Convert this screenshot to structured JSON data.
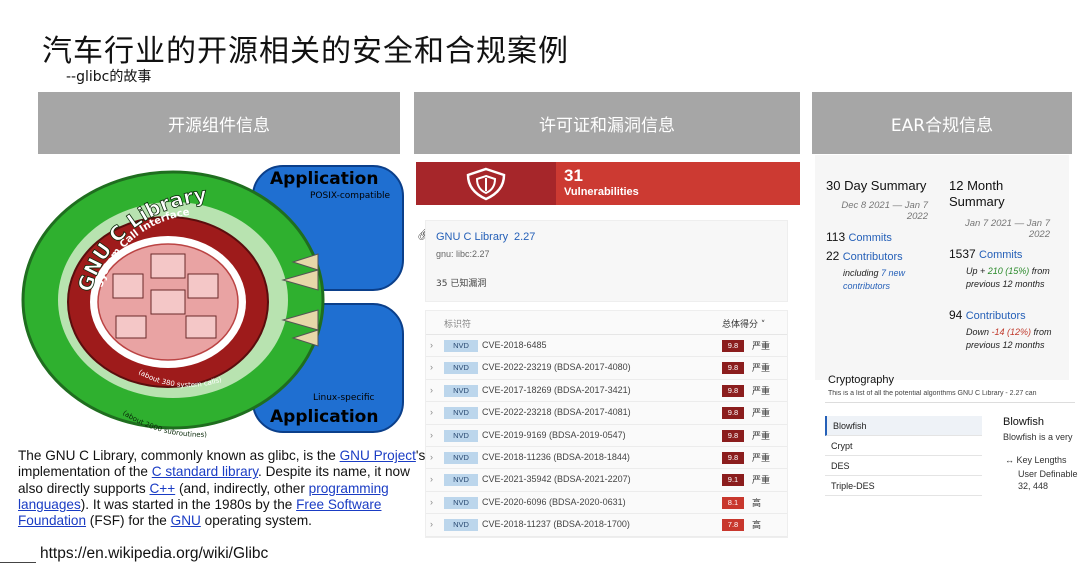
{
  "slide": {
    "title": "汽车行业的开源相关的安全和合规案例",
    "subtitle": "--glibc的故事"
  },
  "headers": {
    "component_info": "开源组件信息",
    "license_vuln": "许可证和漏洞信息",
    "ear": "EAR合规信息"
  },
  "diagram": {
    "library_name": "GNU C Library",
    "syscall_interface": "System Call Interface",
    "app_top": "Application",
    "posix": "POSIX-compatible",
    "app_bottom": "Application",
    "linux_specific": "Linux-specific",
    "syscalls": "(about 380 system calls)",
    "subroutines": "(about 2000 subroutines)"
  },
  "wiki": {
    "t1": "The GNU C Library, commonly known as glibc, is the ",
    "l1": "GNU Project",
    "t2": "'s implementation of the ",
    "l2": "C standard library",
    "t3": ". Despite its name, it now also directly supports ",
    "l3": "C++",
    "t4": " (and, indirectly, other ",
    "l4": "programming languages",
    "t5": "). It was started in the 1980s by the ",
    "l5": "Free Software Foundation",
    "t6": " (FSF) for the ",
    "l6": "GNU",
    "t7": " operating system.",
    "url": "https://en.wikipedia.org/wiki/Glibc"
  },
  "vuln_banner": {
    "count": "31",
    "label": "Vulnerabilities"
  },
  "package": {
    "name": "GNU C Library",
    "version": "2.27",
    "id": "gnu: libc:2.27",
    "known": "35 已知漏洞"
  },
  "vuln_table": {
    "col_id": "标识符",
    "col_score": "总体得分 ˅",
    "rows": [
      {
        "src": "NVD",
        "cve": "CVE-2018-6485",
        "score": "9.8",
        "sev": "严重",
        "color": "#8b1d1d"
      },
      {
        "src": "NVD",
        "cve": "CVE-2022-23219 (BDSA-2017-4080)",
        "score": "9.8",
        "sev": "严重",
        "color": "#8b1d1d"
      },
      {
        "src": "NVD",
        "cve": "CVE-2017-18269 (BDSA-2017-3421)",
        "score": "9.8",
        "sev": "严重",
        "color": "#8b1d1d"
      },
      {
        "src": "NVD",
        "cve": "CVE-2022-23218 (BDSA-2017-4081)",
        "score": "9.8",
        "sev": "严重",
        "color": "#8b1d1d"
      },
      {
        "src": "NVD",
        "cve": "CVE-2019-9169 (BDSA-2019-0547)",
        "score": "9.8",
        "sev": "严重",
        "color": "#8b1d1d"
      },
      {
        "src": "NVD",
        "cve": "CVE-2018-11236 (BDSA-2018-1844)",
        "score": "9.8",
        "sev": "严重",
        "color": "#8b1d1d"
      },
      {
        "src": "NVD",
        "cve": "CVE-2021-35942 (BDSA-2021-2207)",
        "score": "9.1",
        "sev": "严重",
        "color": "#8b1d1d"
      },
      {
        "src": "NVD",
        "cve": "CVE-2020-6096 (BDSA-2020-0631)",
        "score": "8.1",
        "sev": "高",
        "color": "#c8372d"
      },
      {
        "src": "NVD",
        "cve": "CVE-2018-11237 (BDSA-2018-1700)",
        "score": "7.8",
        "sev": "高",
        "color": "#c8372d"
      }
    ]
  },
  "ear": {
    "summary30_title": "30 Day Summary",
    "summary30_date1": "Dec 8 2021 — Jan 7",
    "summary30_date2": "2022",
    "commits30_num": "113",
    "commits30_lbl": "Commits",
    "contrib30_num": "22",
    "contrib30_lbl": "Contributors",
    "contrib30_note1a": "including ",
    "contrib30_note1b": "7 new",
    "contrib30_note2": "contributors",
    "summary12_title1": "12 Month",
    "summary12_title2": "Summary",
    "summary12_date1": "Jan 7 2021 — Jan 7",
    "summary12_date2": "2022",
    "commits12_num": "1537",
    "commits12_lbl": "Commits",
    "commits12_note1a": "Up + ",
    "commits12_note1b": "210 (15%)",
    "commits12_note1c": " from",
    "commits12_note2": "previous 12 months",
    "contrib12_num": "94",
    "contrib12_lbl": "Contributors",
    "contrib12_note1a": "Down ",
    "contrib12_note1b": "-14 (12%)",
    "contrib12_note1c": " from",
    "contrib12_note2": "previous 12 months"
  },
  "crypto": {
    "title": "Cryptography",
    "desc": "This is a list of all the potential algorithms GNU C Library - 2.27 can",
    "algorithms": [
      "Blowfish",
      "Crypt",
      "DES",
      "Triple-DES"
    ],
    "detail_title": "Blowfish",
    "detail_desc": "Blowfish is a very",
    "key_lengths_title": "↔ Key Lengths",
    "key_lengths_val1": "User Definable",
    "key_lengths_val2": "32, 448"
  },
  "colors": {
    "header_gray": "#a6a6a6",
    "banner_red": "#cc3a32",
    "critical": "#8b1d1d",
    "high": "#c8372d",
    "link_blue": "#1a3cc4",
    "diagram_green": "#2fb02f",
    "diagram_blue": "#1f6fd1"
  }
}
